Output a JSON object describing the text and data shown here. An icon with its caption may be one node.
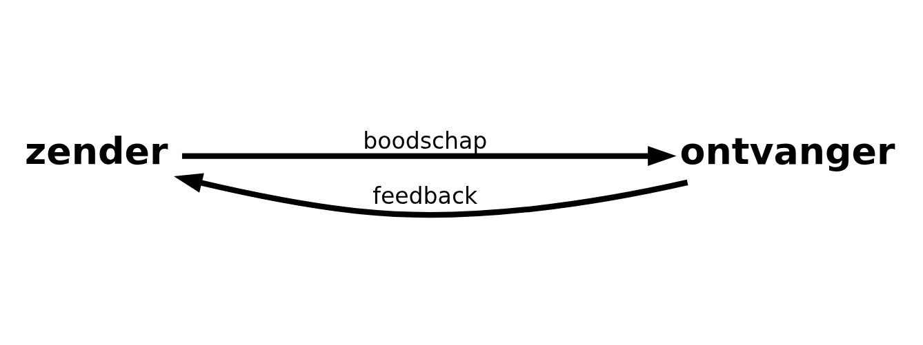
{
  "diagram": {
    "nodes": [
      {
        "text": [
          "zender"
        ]
      },
      {
        "text": [
          "ontvanger"
        ]
      }
    ],
    "edges": [
      {
        "from": 0,
        "to": 1,
        "arrow": "to",
        "label": "boodschap"
      },
      {
        "from": 1,
        "to": 0,
        "arrow": "to",
        "label": "feedback"
      }
    ]
  }
}
